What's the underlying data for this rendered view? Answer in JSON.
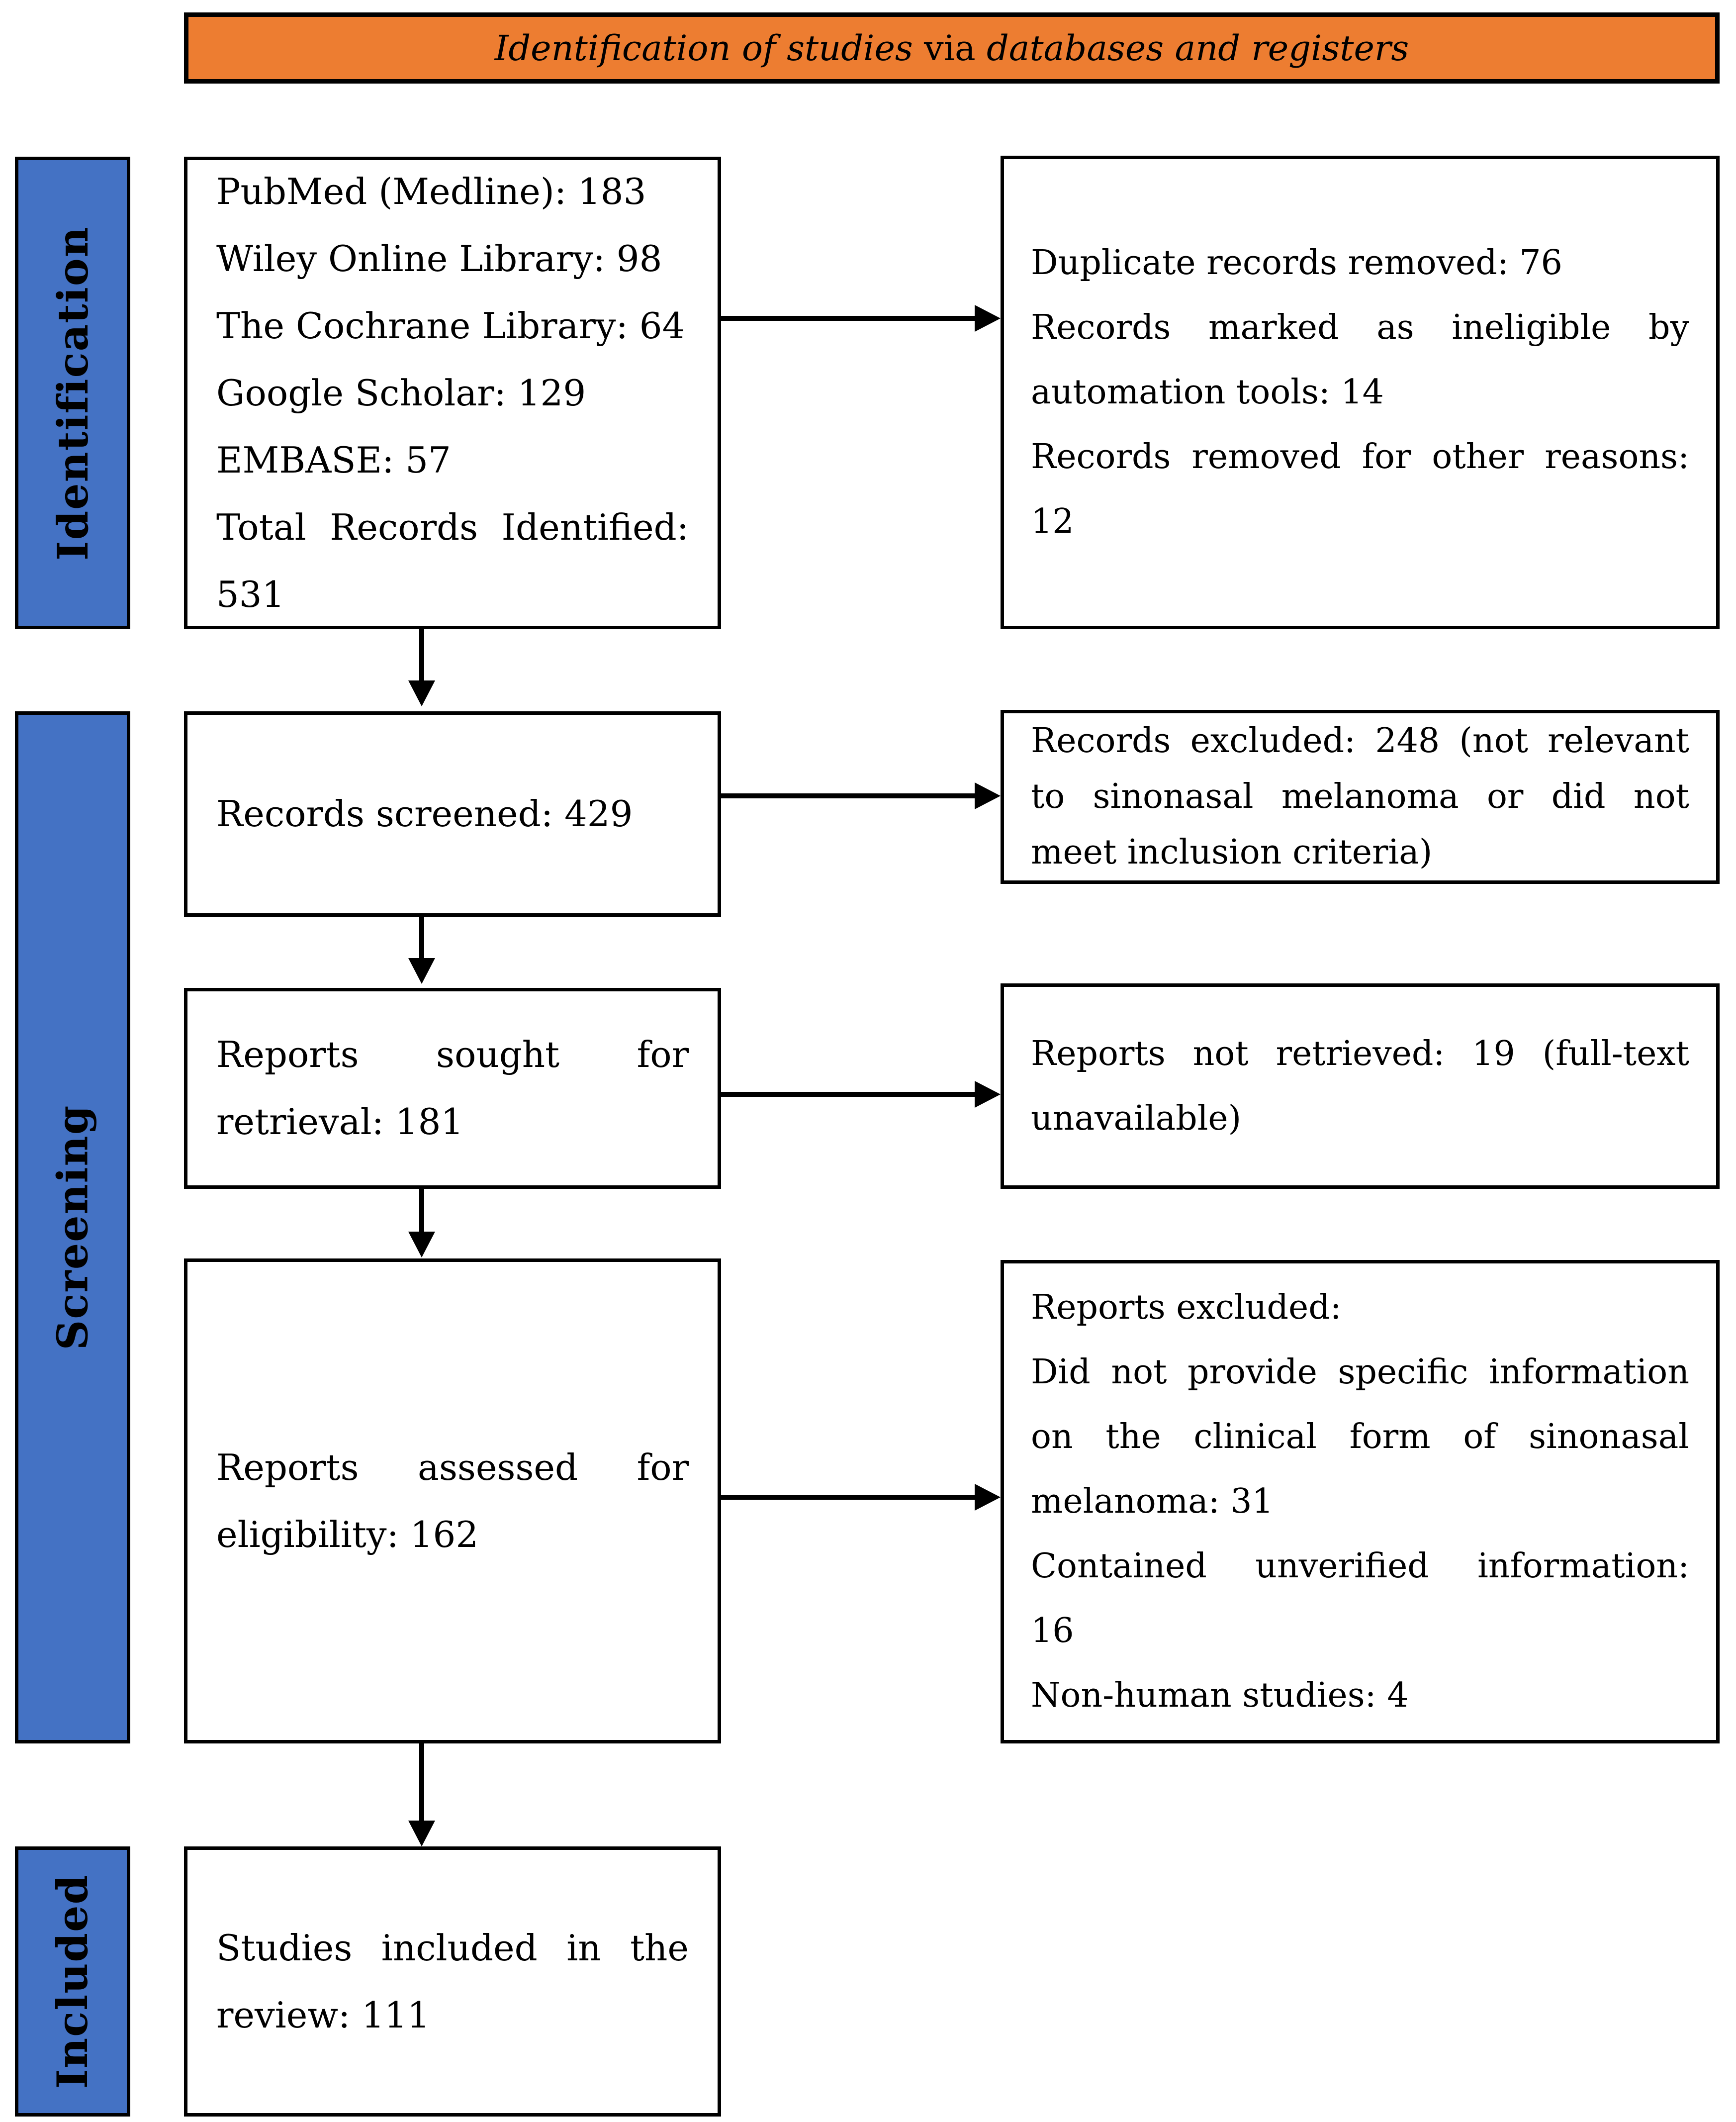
{
  "header": {
    "title_prefix": "Identification of studies ",
    "title_via": "via",
    "title_suffix": " databases and registers"
  },
  "sidebar": {
    "identification": "Identification",
    "screening": "Screening",
    "included": "Included"
  },
  "colors": {
    "accent_orange": "#ED7D31",
    "accent_blue": "#4472C4",
    "border_black": "#000000"
  },
  "boxes": {
    "identification_sources": {
      "lines": [
        {
          "t": "PubMed (Medline): 183",
          "j": false
        },
        {
          "t": "Wiley Online Library: 98",
          "j": false
        },
        {
          "t": "The Cochrane Library: 64",
          "j": false
        },
        {
          "t": "Google Scholar: 129",
          "j": false
        },
        {
          "t": "EMBASE: 57",
          "j": false
        },
        {
          "t": "Total Records Identified:",
          "j": true
        },
        {
          "t": "531",
          "j": false
        }
      ]
    },
    "duplicates_removed": {
      "lines": [
        {
          "t": "Duplicate records removed: 76",
          "j": false
        },
        {
          "t": "Records marked as ineligible by",
          "j": true
        },
        {
          "t": "automation tools: 14",
          "j": false
        },
        {
          "t": "Records removed for other reasons:",
          "j": true
        },
        {
          "t": "12",
          "j": false
        }
      ]
    },
    "records_screened": {
      "lines": [
        {
          "t": "Records screened: 429",
          "j": false
        }
      ]
    },
    "records_excluded": {
      "lines": [
        {
          "t": "Records excluded: 248 (not relevant",
          "j": true
        },
        {
          "t": "to sinonasal melanoma or did not",
          "j": true
        },
        {
          "t": "meet inclusion criteria)",
          "j": false
        }
      ]
    },
    "reports_sought": {
      "lines": [
        {
          "t": "Reports sought for",
          "j": true
        },
        {
          "t": "retrieval: 181",
          "j": false
        }
      ]
    },
    "reports_not_retrieved": {
      "lines": [
        {
          "t": "Reports not retrieved: 19 (full-text",
          "j": true
        },
        {
          "t": "unavailable)",
          "j": false
        }
      ]
    },
    "reports_assessed": {
      "lines": [
        {
          "t": "Reports assessed for",
          "j": true
        },
        {
          "t": "eligibility: 162",
          "j": false
        }
      ]
    },
    "reports_excluded": {
      "lines": [
        {
          "t": "Reports excluded:",
          "j": false
        },
        {
          "t": "Did not provide specific information",
          "j": true
        },
        {
          "t": "on the clinical form of sinonasal",
          "j": true
        },
        {
          "t": "melanoma: 31",
          "j": false
        },
        {
          "t": "Contained unverified information:",
          "j": true
        },
        {
          "t": "16",
          "j": false
        },
        {
          "t": "Non-human studies: 4",
          "j": false
        }
      ]
    },
    "studies_included": {
      "lines": [
        {
          "t": "Studies included in the",
          "j": true
        },
        {
          "t": "review: 111",
          "j": false
        }
      ]
    }
  }
}
